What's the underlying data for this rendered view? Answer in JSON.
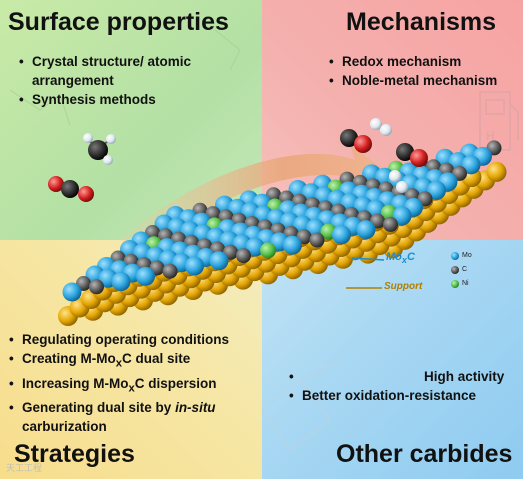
{
  "quadrants": {
    "surface": {
      "title": "Surface properties",
      "items": [
        "Crystal structure/ atomic arrangement",
        "Synthesis methods"
      ],
      "color": "#c9eaa7"
    },
    "mechanisms": {
      "title": "Mechanisms",
      "items": [
        "Redox mechanism",
        "Noble-metal mechanism"
      ],
      "color": "#f6a3a3"
    },
    "strategies": {
      "title": "Strategies",
      "items": [
        "Regulating operating conditions",
        "Creating M-Mo",
        "C dual site",
        "Increasing M-Mo",
        "C dispersion",
        "Generating dual site by",
        "in-situ",
        "carburization"
      ],
      "color": "#f7dd8c"
    },
    "other": {
      "title": "Other carbides",
      "items": [
        "High activity",
        "Better oxidation-resistance"
      ],
      "color": "#8ecbf0"
    }
  },
  "diagram": {
    "mox_label": "Mo",
    "mox_sub": "x",
    "mox_suffix": "C",
    "support_label": "Support",
    "legend": [
      "Mo",
      "C",
      "Ni"
    ],
    "atom_colors": {
      "mo": "#2aa3dd",
      "c": "#5a5a5a",
      "ni": "#55c04a",
      "support": "#e3a400"
    },
    "icon_text": "H"
  },
  "watermark": "天工工程"
}
